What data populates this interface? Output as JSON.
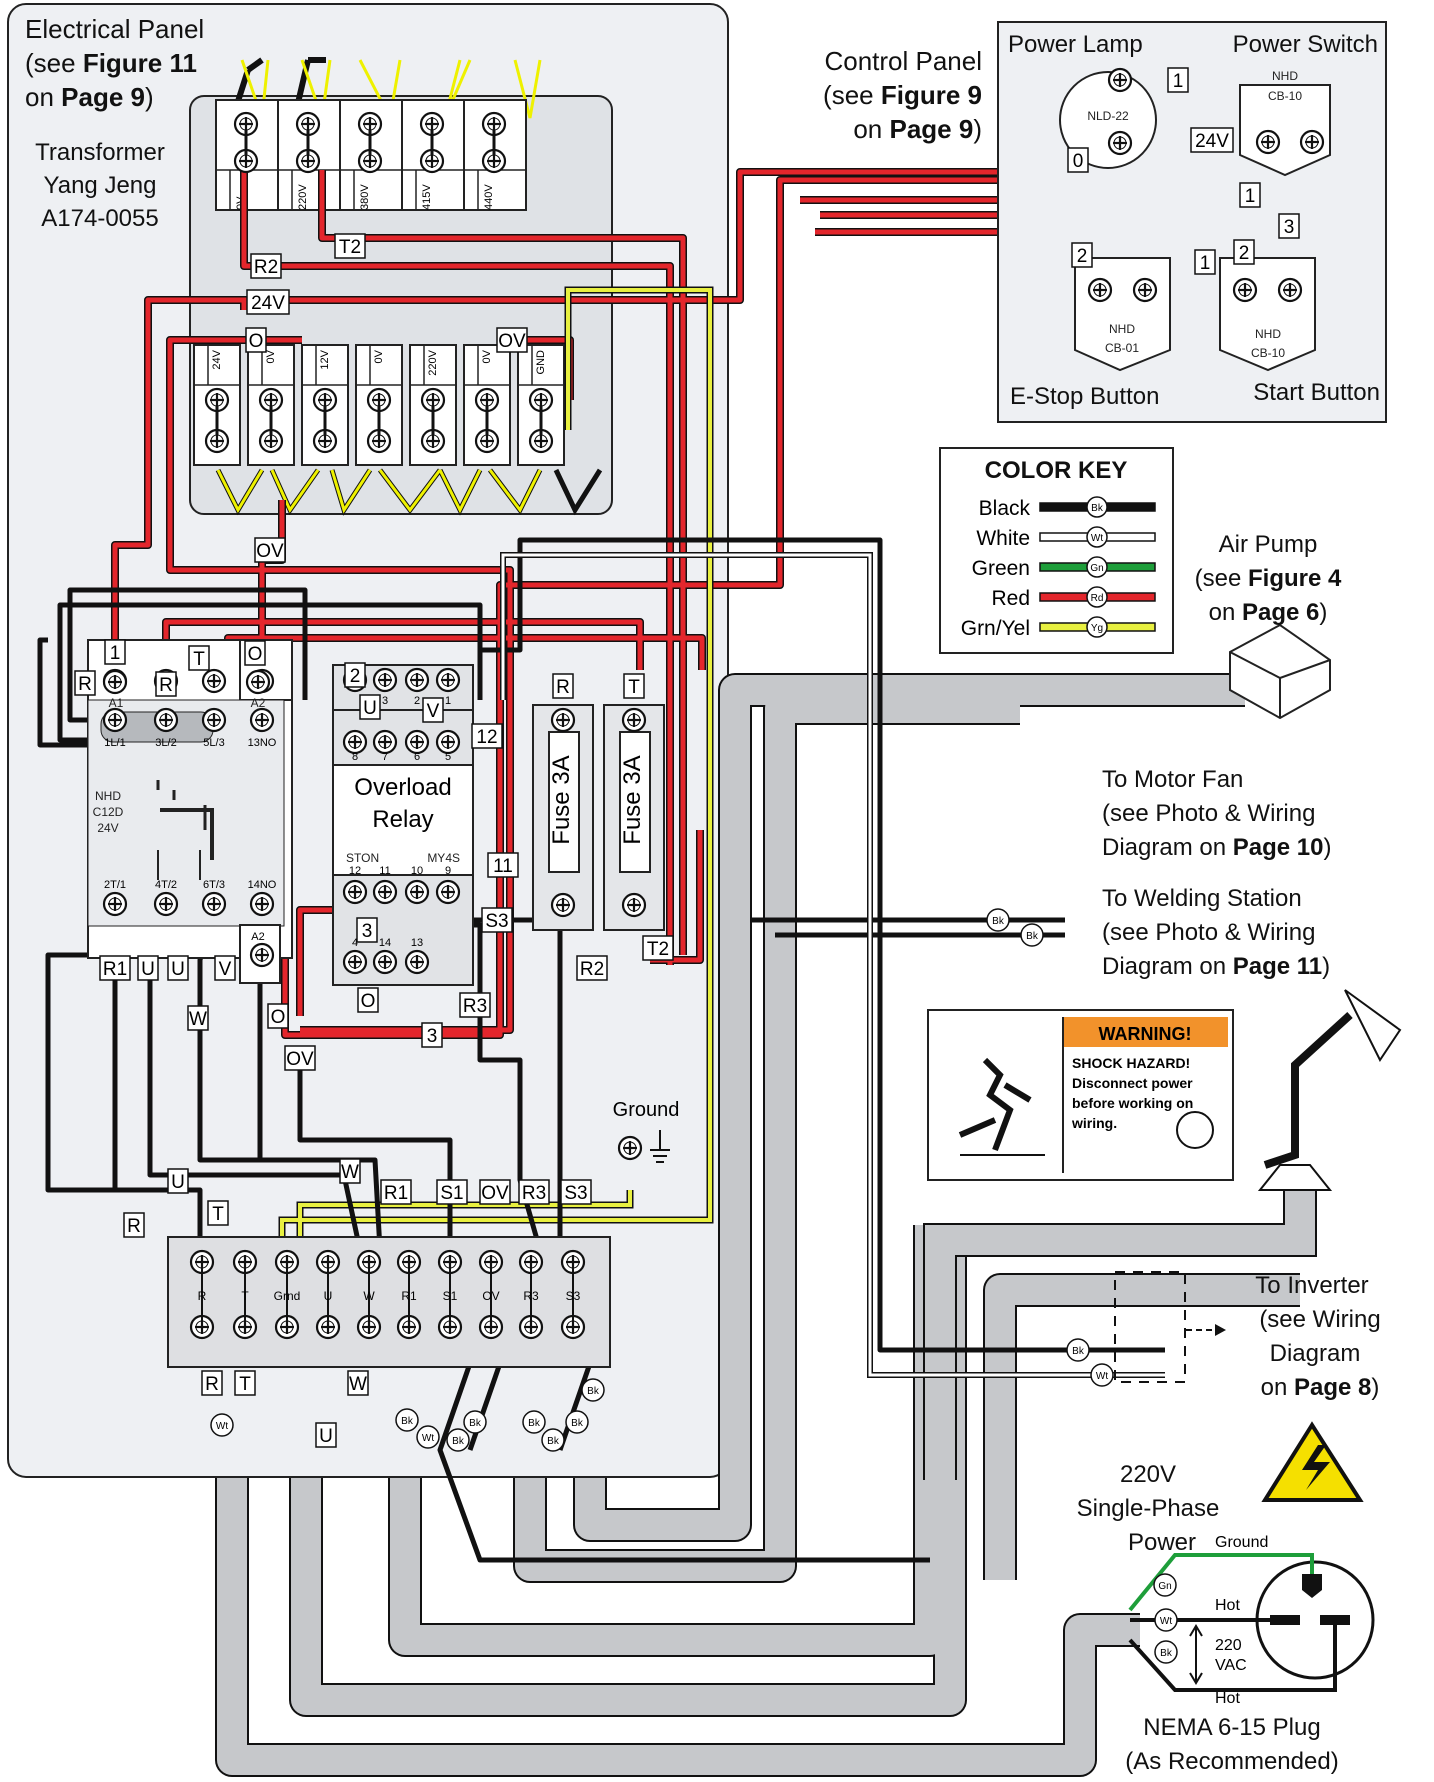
{
  "electrical_panel": {
    "line1": "Electrical Panel",
    "line2_pre": "(see ",
    "line2_bold": "Figure 11",
    "line3_pre": "on ",
    "line3_bold": "Page 9",
    "line3_post": ")"
  },
  "transformer": {
    "line1": "Transformer",
    "line2": "Yang Jeng",
    "line3": "A174-0055"
  },
  "transformer_top_terminals": [
    "0V",
    "220V",
    "380V",
    "415V",
    "440V"
  ],
  "transformer_bottom_terminals": [
    "24V",
    "0V",
    "12V",
    "0V",
    "220V",
    "0V",
    "GND"
  ],
  "control_panel": {
    "line1": "Control Panel",
    "line2_pre": "(see ",
    "line2_bold": "Figure 9",
    "line3_pre": "on ",
    "line3_bold": "Page 9",
    "line3_post": ")"
  },
  "control_box": {
    "power_lamp": "Power Lamp",
    "power_switch": "Power Switch",
    "lamp_model": "NLD-22",
    "switch_model_1": "NHD",
    "switch_model_2": "CB-10",
    "estop_model_1": "NHD",
    "estop_model_2": "CB-01",
    "start_model_1": "NHD",
    "start_model_2": "CB-10",
    "estop_label": "E-Stop Button",
    "start_label": "Start Button"
  },
  "color_key": {
    "title": "COLOR KEY",
    "items": [
      {
        "name": "Black",
        "code": "Bk",
        "color": "#111111"
      },
      {
        "name": "White",
        "code": "Wt",
        "color": "#ffffff"
      },
      {
        "name": "Green",
        "code": "Gn",
        "color": "#1e9e3a"
      },
      {
        "name": "Red",
        "code": "Rd",
        "color": "#e3262c"
      },
      {
        "name": "Grn/Yel",
        "code": "Yg",
        "color": "#e8f040"
      }
    ]
  },
  "air_pump": {
    "line1": "Air Pump",
    "line2_pre": "(see ",
    "line2_bold": "Figure 4",
    "line3_pre": "on ",
    "line3_bold": "Page 6",
    "line3_post": ")"
  },
  "motor_fan": {
    "line1": "To Motor Fan",
    "line2": "(see Photo & Wiring",
    "line3_pre": "Diagram on ",
    "line3_bold": "Page 10",
    "line3_post": ")"
  },
  "welding_station": {
    "line1": "To Welding Station",
    "line2": "(see Photo & Wiring",
    "line3_pre": "Diagram on ",
    "line3_bold": "Page 11",
    "line3_post": ")"
  },
  "warning": {
    "header": "WARNING!",
    "line1": "SHOCK HAZARD!",
    "line2": "Disconnect power",
    "line3": "before working on",
    "line4": "wiring."
  },
  "inverter": {
    "line1": "To Inverter",
    "line2": "(see Wiring",
    "line3": "Diagram",
    "line4_pre": "on ",
    "line4_bold": "Page 8",
    "line4_post": ")"
  },
  "power": {
    "line1": "220V",
    "line2": "Single-Phase",
    "line3": "Power"
  },
  "plug": {
    "ground": "Ground",
    "hot_top": "Hot",
    "hot_bottom": "Hot",
    "voltage_1": "220",
    "voltage_2": "VAC",
    "name": "NEMA 6-15 Plug",
    "note": "(As Recommended)"
  },
  "contactor": {
    "l1": "NHD",
    "l2": "C12D",
    "l3": "24V",
    "top_terminals": [
      "1L/1",
      "3L/2",
      "5L/3",
      "13NO"
    ],
    "bottom_terminals": [
      "2T/1",
      "4T/2",
      "6T/3",
      "14NO"
    ],
    "a1": "A1",
    "a2": "A2"
  },
  "overload_relay": {
    "l1": "Overload",
    "l2": "Relay",
    "left": "STON",
    "right": "MY4S",
    "top_nums": [
      "8",
      "7",
      "6",
      "5"
    ],
    "mid_nums": [
      "12",
      "11",
      "10",
      "9"
    ],
    "bot_nums": [
      "4",
      "14",
      "13"
    ],
    "small_nums": [
      "3",
      "2",
      "1"
    ]
  },
  "fuses": [
    "Fuse 3A",
    "Fuse 3A"
  ],
  "ground_label": "Ground",
  "terminal_block": [
    "R",
    "T",
    "Grnd",
    "U",
    "W",
    "R1",
    "S1",
    "OV",
    "R3",
    "S3"
  ],
  "wire_tags": {
    "r2": "R2",
    "t2": "T2",
    "v24": "24V",
    "o": "O",
    "ov": "OV",
    "ov2": "OV",
    "one": "1",
    "r": "R",
    "t": "T",
    "o2": "O",
    "two": "2",
    "u": "U",
    "v": "V",
    "twelve": "12",
    "eleven": "11",
    "s3": "S3",
    "three": "3",
    "o3": "O",
    "r3": "R3",
    "three_b": "3",
    "o4": "O",
    "ov3": "OV",
    "r1": "R1",
    "uu1": "U",
    "uu2": "U",
    "vv": "V",
    "w": "W",
    "fr": "R",
    "ft": "T",
    "fr2": "R2",
    "ft2": "T2",
    "r_side": "R",
    "tb_u": "U",
    "tb_w": "W",
    "tb_r1": "R1",
    "tb_s1": "S1",
    "tb_ov": "OV",
    "tb_r3": "R3",
    "tb_s3": "S3",
    "tb_r": "R",
    "tb_t": "T",
    "lo_r": "R",
    "lo_t": "T",
    "lo_w": "W",
    "lo_u": "U",
    "cp_1a": "1",
    "cp_0": "0",
    "cp_24": "24V",
    "cp_1b": "1",
    "cp_3": "3",
    "cp_2a": "2",
    "cp_1c": "1",
    "cp_2b": "2"
  },
  "codes": {
    "bk": "Bk",
    "wt": "Wt",
    "gn": "Gn"
  }
}
